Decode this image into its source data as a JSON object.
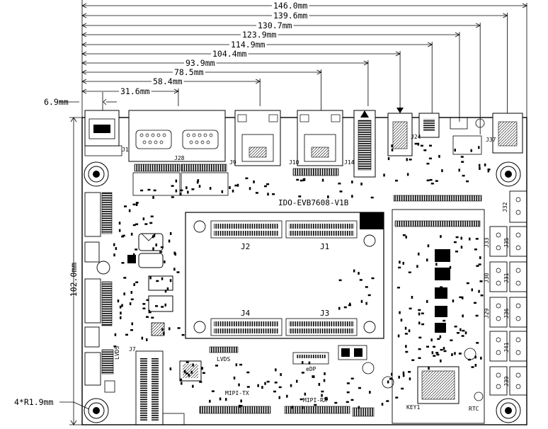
{
  "dimensions": {
    "top": [
      "146.0mm",
      "139.6mm",
      "130.7mm",
      "123.9mm",
      "114.9mm",
      "104.4mm",
      "93.9mm",
      "78.5mm",
      "58.4mm",
      "31.6mm"
    ],
    "left_offset": "6.9mm",
    "height": "102.0mm",
    "hole_note": "4*R1.9mm"
  },
  "board": {
    "title": "IDO-EVB7608-V1B",
    "modules": [
      "J2",
      "J1",
      "J4",
      "J3"
    ],
    "labels": {
      "lvds": "LVDS",
      "edp": "eDP",
      "mipi_tx": "MIPI-TX",
      "mipi_rx": "MIPI-RX",
      "lvds_side": "LVDS",
      "key": "KEY1",
      "rtc": "RTC",
      "j1_conn": "J1",
      "j28": "J28",
      "j9": "J9",
      "j10": "J10",
      "j14": "J14",
      "j24": "J24",
      "j37": "J37",
      "j7": "J7",
      "j32": "J32",
      "j33": "J33",
      "j35": "J35",
      "j30": "J30",
      "j31": "J31",
      "j29": "J29",
      "j36": "J36",
      "j41": "J41",
      "j39": "J39"
    }
  }
}
